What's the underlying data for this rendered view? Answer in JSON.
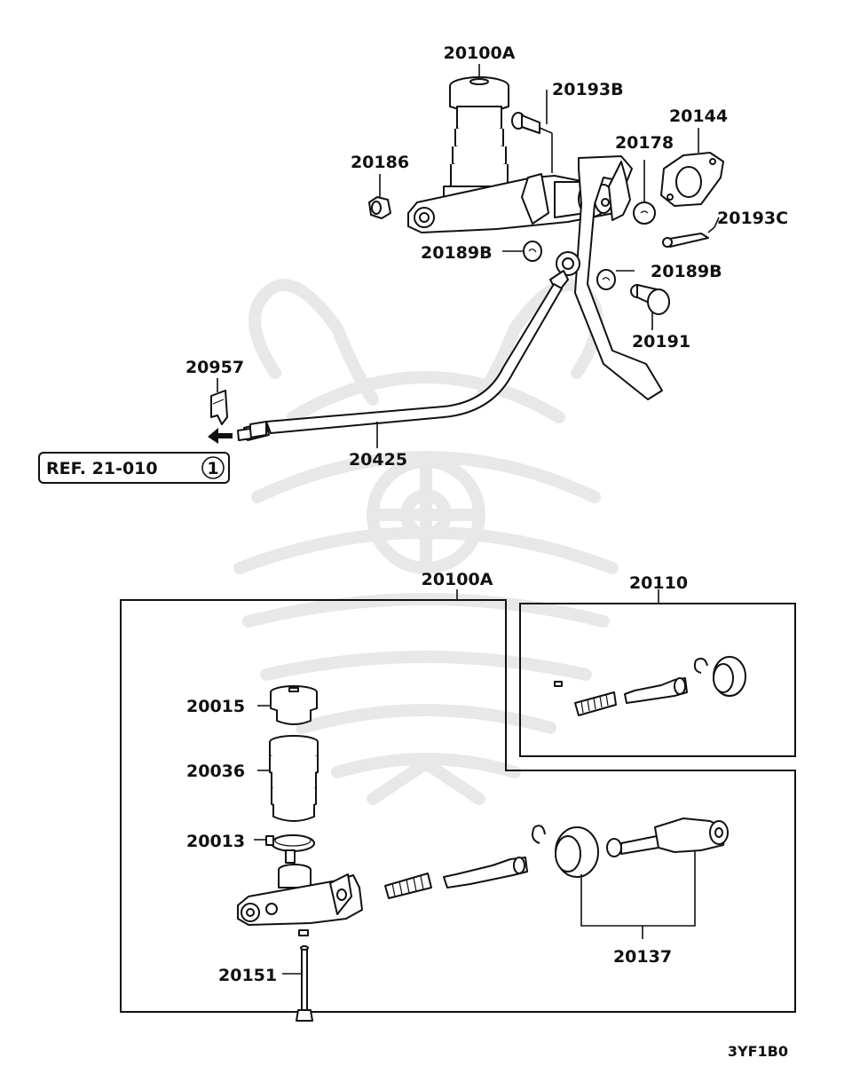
{
  "labels": {
    "top_20100A": "20100A",
    "l_20193B": "20193B",
    "l_20144": "20144",
    "l_20178": "20178",
    "l_20186": "20186",
    "l_20193C": "20193C",
    "l_20189B_left": "20189B",
    "l_20189B_right": "20189B",
    "l_20191": "20191",
    "l_20957": "20957",
    "l_20425": "20425",
    "box_20100A": "20100A",
    "box_20110": "20110",
    "l_20015": "20015",
    "l_20036": "20036",
    "l_20013": "20013",
    "l_20151": "20151",
    "l_20137": "20137"
  },
  "reference": {
    "text": "REF. 21-010",
    "number": "1"
  },
  "diagram_code": "3YF1B0",
  "watermark": "samurai-helmet-logo"
}
